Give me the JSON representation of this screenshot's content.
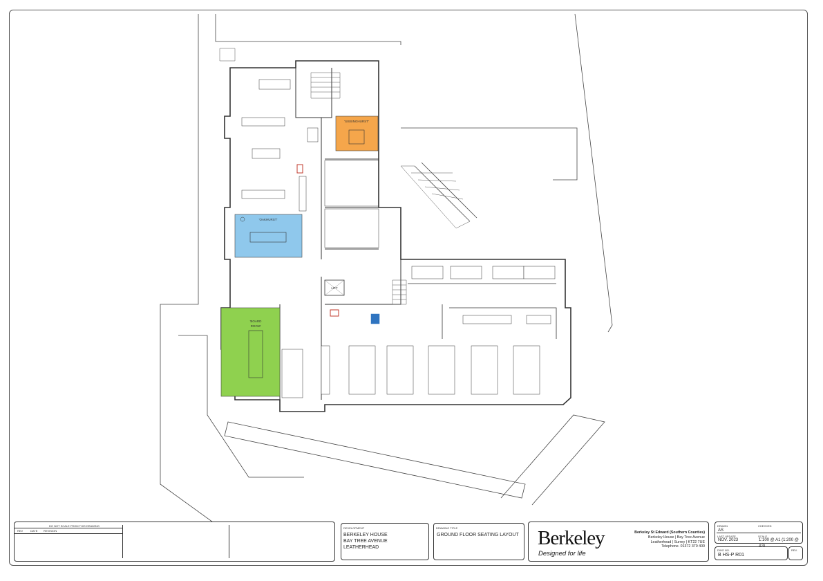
{
  "rooms": {
    "sissinghurst": "'SISSINGHURST'",
    "oakhurst": "'OAKHURST'",
    "boardroom_line1": "'BOARD",
    "boardroom_line2": "ROOM'",
    "lift": "LIFT"
  },
  "colors": {
    "sissinghurst": "#f5a64b",
    "oakhurst": "#8fc8ec",
    "boardroom": "#8fd14f",
    "furniture_red": "#c0392b",
    "furniture_blue": "#2f74c0"
  },
  "title_block": {
    "revisions": {
      "caption": "DO NOT SCALE FROM THIS DRAWING",
      "col_rev": "REV",
      "col_date": "DATE",
      "col_revision": "REVISION"
    },
    "development": {
      "label": "DEVELOPMENT",
      "line1": "BERKELEY HOUSE",
      "line2": "BAY TREE AVENUE",
      "line3": "LEATHERHEAD"
    },
    "drawing_title": {
      "label": "DRAWING TITLE",
      "value": "GROUND FLOOR SEATING LAYOUT"
    },
    "company": {
      "logo_text": "Berkeley",
      "tagline": "Designed for life",
      "name": "Berkeley St Edward (Southern Counties)",
      "address1": "Berkeley House | Bay Tree Avenue",
      "address2": "Leatherhead | Surrey | KT22 7UE",
      "phone": "Telephone. 01372 370 400"
    },
    "meta": {
      "drawn_label": "DRAWN",
      "drawn": "AS",
      "checked_label": "CHECKED",
      "checked": "",
      "last_update_label": "LAST UPDATE",
      "last_update": "NOV. 2023",
      "scale_label": "SCALE",
      "scale": "1:100 @ A1 (1:200 @ A3)",
      "dwg_no_label": "DWG No.",
      "dwg_no": "B HS-P R01",
      "rev_label": "REV."
    }
  }
}
